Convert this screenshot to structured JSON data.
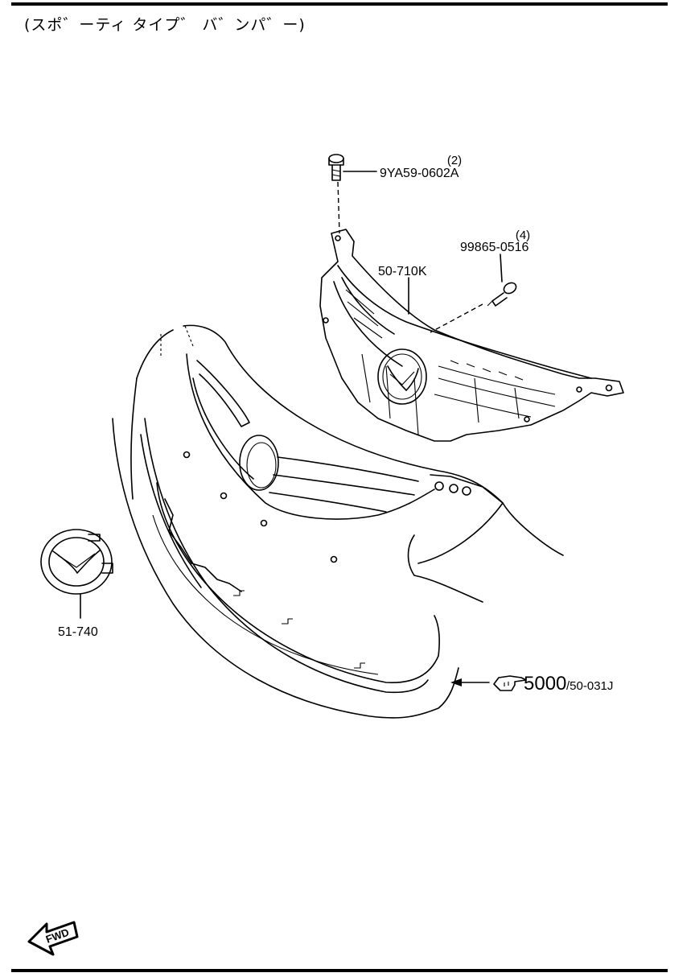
{
  "header": {
    "title": "(スポ゛ーティ タイプ゛ バ゛ンパ゛ー)"
  },
  "parts": {
    "clip": {
      "number": "9YA59-0602A",
      "qty": "(2)"
    },
    "screw": {
      "number": "99865-0516",
      "qty": "(4)"
    },
    "grille": {
      "number": "50-710K"
    },
    "emblem": {
      "number": "51-740"
    },
    "bumper_ref": {
      "main": "5000",
      "sub": "/50-031J"
    }
  },
  "direction": {
    "label": "FWD"
  },
  "icons": {
    "pointer": "pointing-hand-icon",
    "fwd": "fwd-arrow-icon"
  }
}
